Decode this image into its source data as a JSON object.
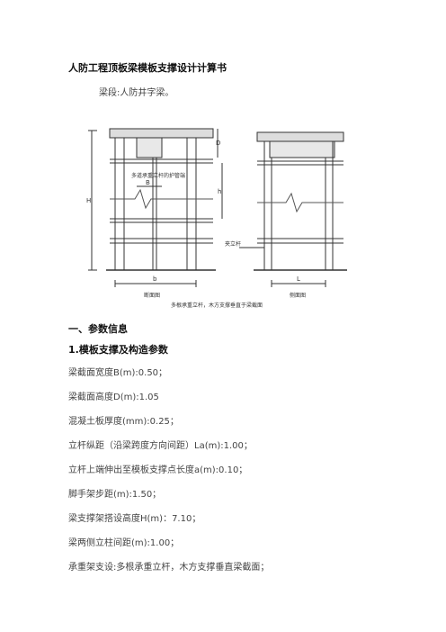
{
  "doc": {
    "title": "人防工程顶板梁模板支撑设计计算书",
    "intro": "梁段:人防井字梁。"
  },
  "figure": {
    "label_H": "H",
    "label_D": "D",
    "label_h": "h",
    "label_B": "B",
    "label_b": "b",
    "label_L": "L",
    "note_in_figure": "多道承重立杆的护管端",
    "side_post": "夹立杆",
    "caption_left": "断面图",
    "caption_right": "侧面图",
    "caption_bottom": "多根承重立杆，木方支撑垂直于梁截面"
  },
  "section": {
    "heading1": "一、参数信息",
    "heading2": "1.模板支撑及构造参数"
  },
  "params": [
    "梁截面宽度B(m):0.50；",
    "梁截面高度D(m):1.05",
    "混凝土板厚度(mm):0.25；",
    "立杆纵距（沿梁跨度方向间距）La(m):1.00；",
    "立杆上端伸出至模板支撑点长度a(m):0.10；",
    "脚手架步距(m):1.50；",
    "梁支撑架搭设高度H(m)：7.10；",
    "梁两侧立柱间距(m):1.00；",
    "承重架支设:多根承重立杆，木方支撑垂直梁截面；"
  ]
}
